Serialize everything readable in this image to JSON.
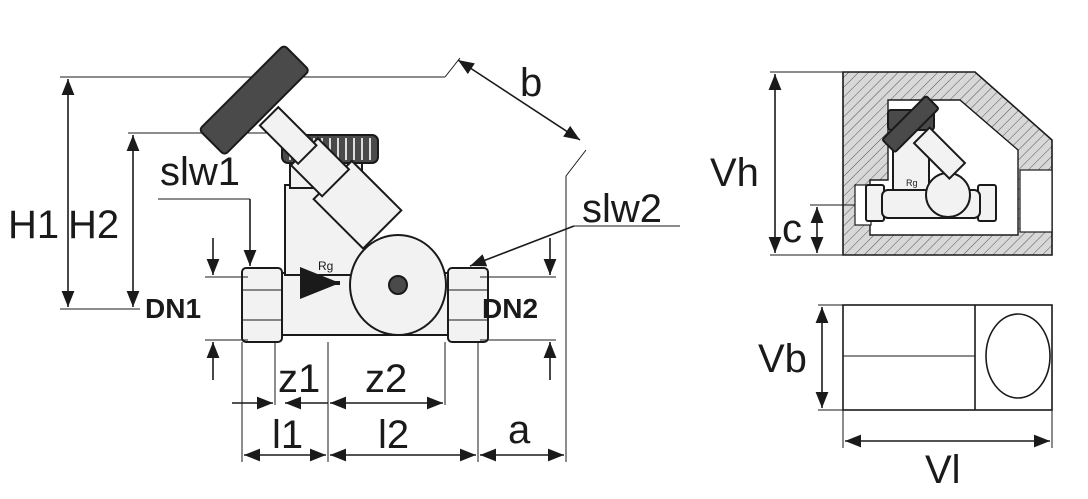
{
  "labels": {
    "H1": "H1",
    "H2": "H2",
    "slw1": "slw1",
    "slw2": "slw2",
    "b": "b",
    "DN1": "DN1",
    "DN2": "DN2",
    "z1": "z1",
    "z2": "z2",
    "l1": "l1",
    "l2": "l2",
    "a": "a",
    "flow": "Rg",
    "flow_small": "Rg",
    "Vh": "Vh",
    "c": "c",
    "Vb": "Vb",
    "Vl": "Vl"
  }
}
